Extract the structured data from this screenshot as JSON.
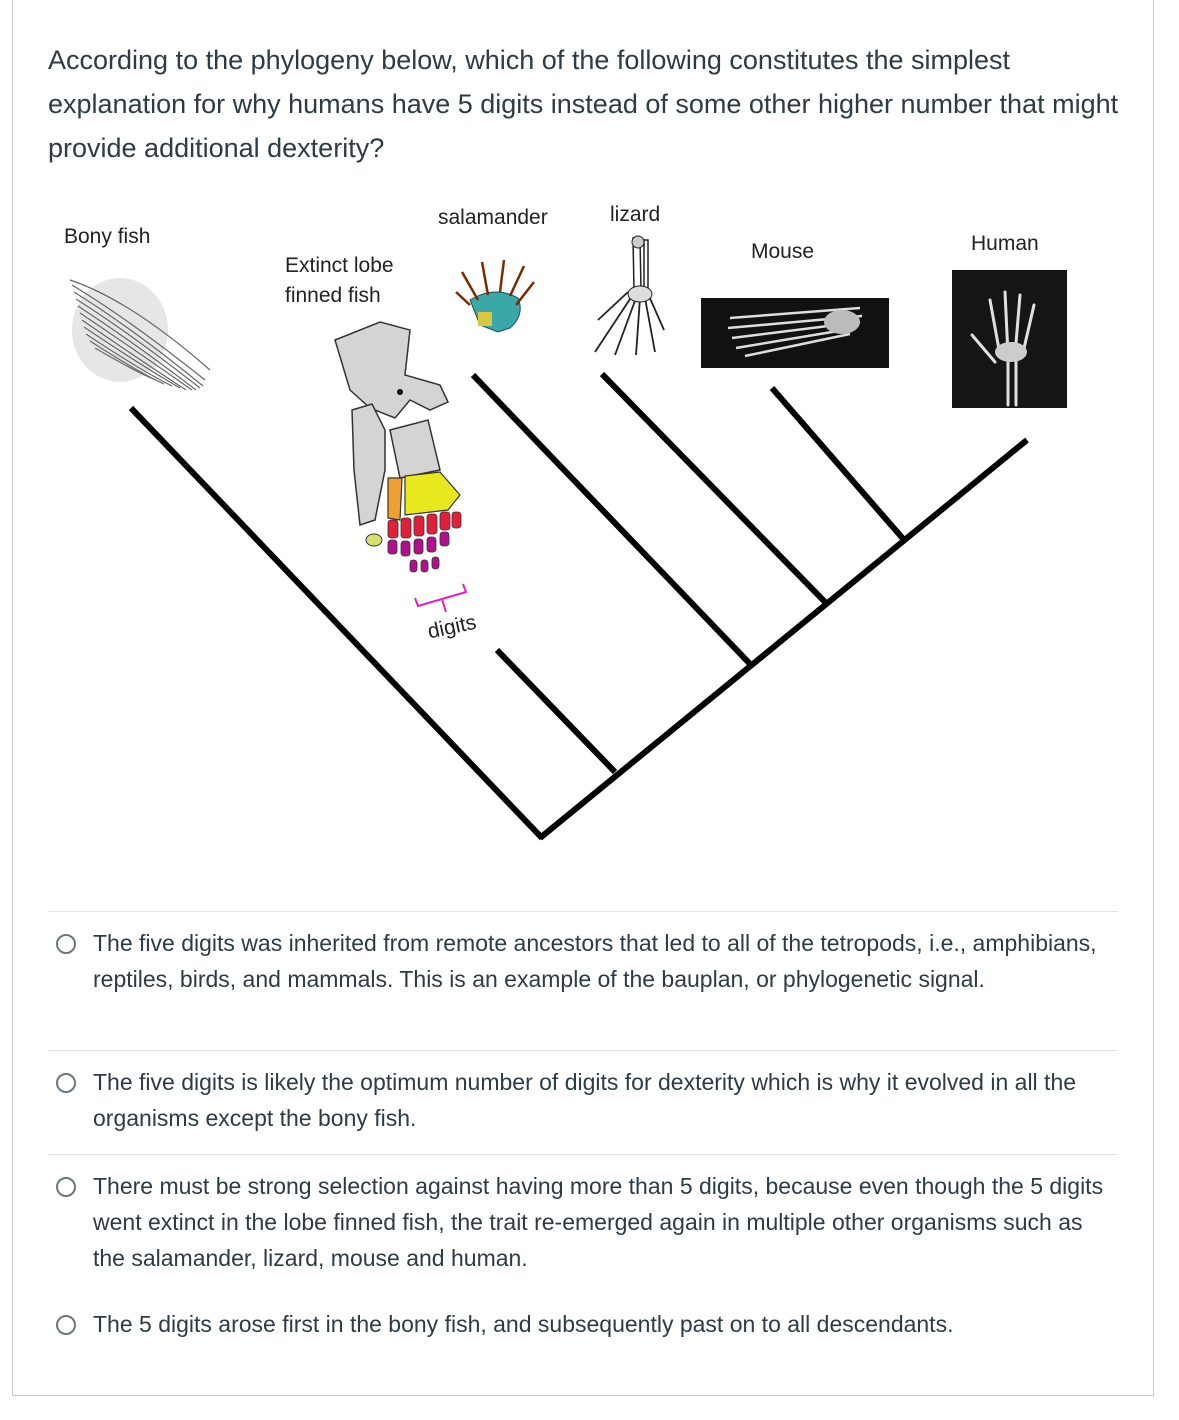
{
  "question": {
    "text": "According to the phylogeny below, which of the following constitutes the simplest explanation for why humans have 5 digits instead of some other higher number that might provide additional dexterity?"
  },
  "figure": {
    "labels": {
      "bony_fish": "Bony fish",
      "extinct_lobe": "Extinct lobe finned fish",
      "salamander": "salamander",
      "lizard": "lizard",
      "mouse": "Mouse",
      "human": "Human",
      "digits": "digits"
    },
    "colors": {
      "line": "#000000",
      "limb_gray": "#d4d4d4",
      "limb_yellow": "#e8e81e",
      "limb_orange": "#f0a030",
      "limb_red": "#e0203a",
      "limb_purple": "#b0108a",
      "digits_bracket": "#e020c0",
      "xray_bg": "#111111",
      "salamander_teal": "#3aa8a8"
    }
  },
  "answers": [
    {
      "text": "The five digits was inherited from remote ancestors that led to all of the tetropods, i.e., amphibians, reptiles, birds, and mammals.  This is an example of the bauplan, or phylogenetic signal.",
      "selected": false
    },
    {
      "text": "The five digits is likely the optimum number of digits for dexterity which is why it evolved in all the organisms except the bony fish.",
      "selected": false
    },
    {
      "text": "There must be strong selection against having more than 5 digits, because even though the 5 digits went extinct in the lobe finned fish, the trait re-emerged again in multiple other organisms such as the salamander, lizard, mouse and human.",
      "selected": false
    },
    {
      "text": "The 5 digits arose first in the bony fish, and subsequently past on to all descendants.",
      "selected": false
    }
  ]
}
